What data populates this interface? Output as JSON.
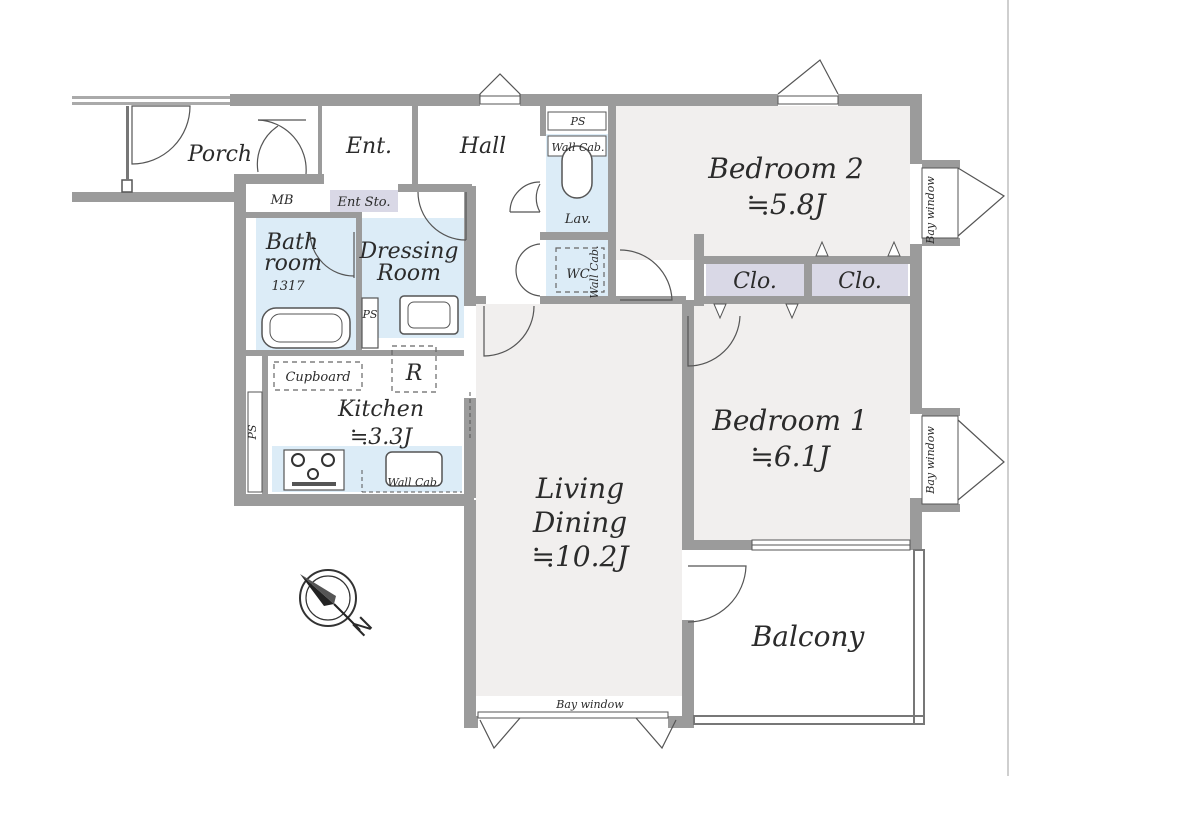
{
  "rooms": {
    "porch": "Porch",
    "entrance": "Ent.",
    "hall": "Hall",
    "ps_top": "PS",
    "wall_cab_top": "Wall Cab.",
    "lavatory": "Lav.",
    "wc": "WC",
    "wall_cab_wc": "Wall Cab.",
    "bedroom2": "Bedroom 2",
    "bedroom2_size": "≒5.8J",
    "bay_window_b2": "Bay window",
    "closet_a": "Clo.",
    "closet_b": "Clo.",
    "mb": "MB",
    "entrance_storage": "Ent Sto.",
    "bathroom_line1": "Bath",
    "bathroom_line2": "room",
    "bathroom_code": "1317",
    "dressing_line1": "Dressing",
    "dressing_line2": "Room",
    "ps_bath": "PS",
    "refrigerator": "R",
    "cupboard": "Cupboard",
    "kitchen": "Kitchen",
    "kitchen_size": "≒3.3J",
    "ps_kitchen": "PS",
    "wall_cab_kitchen": "Wall Cab.",
    "bedroom1": "Bedroom 1",
    "bedroom1_size": "≒6.1J",
    "bay_window_b1": "Bay window",
    "living_line1": "Living",
    "living_line2": "Dining",
    "living_size": "≒10.2J",
    "bay_window_ld": "Bay window",
    "balcony": "Balcony",
    "north": "N"
  },
  "colors": {
    "wall": "#9b9b9b",
    "floor": "#f1efee",
    "wet_area": "#dcecf7",
    "storage": "#d9d8e6"
  }
}
